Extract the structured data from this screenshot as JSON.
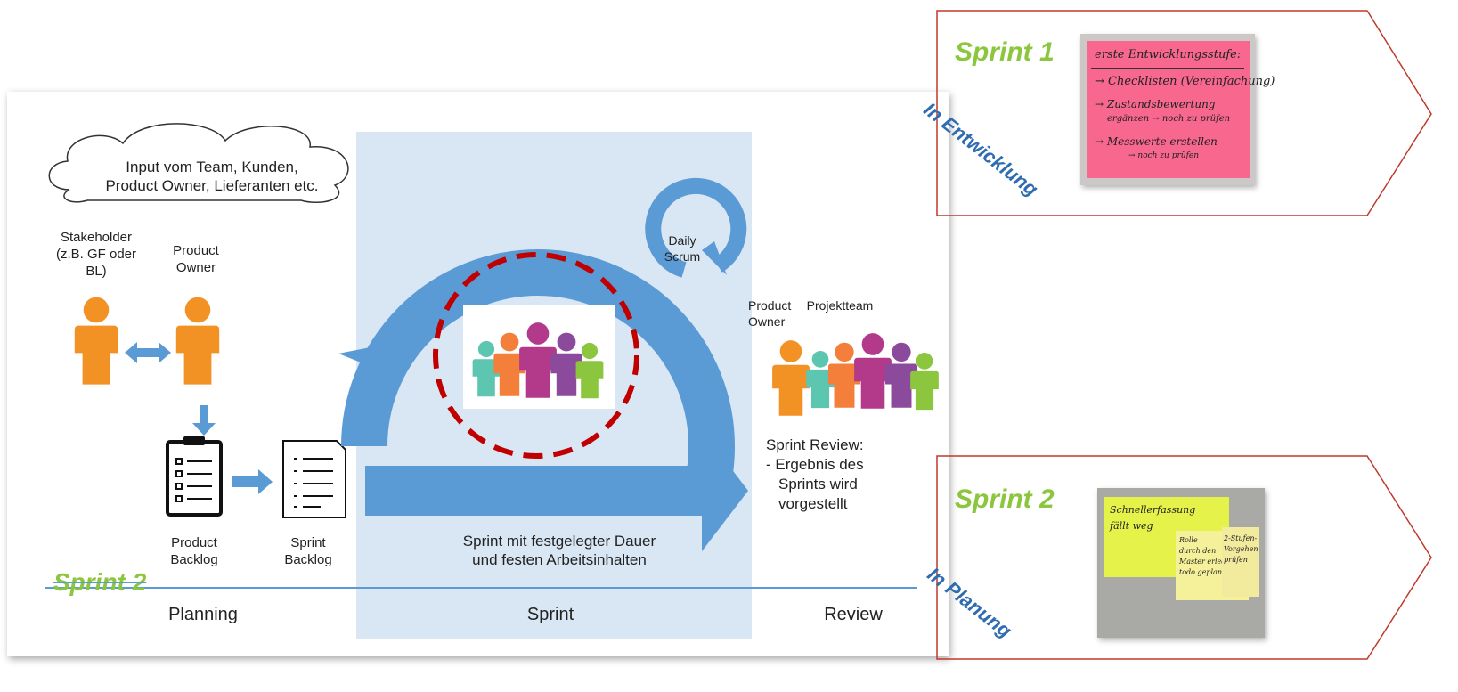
{
  "diagram": {
    "cloud_text_line1": "Input vom Team, Kunden,",
    "cloud_text_line2": "Product Owner, Lieferanten etc.",
    "stakeholder_label": "Stakeholder (z.B. GF oder BL)",
    "product_owner_label": "Product Owner",
    "product_backlog_label": "Product Backlog",
    "sprint_backlog_label": "Sprint Backlog",
    "daily_scrum_label": "Daily Scrum",
    "sprint_caption_line1": "Sprint mit festgelegter Dauer",
    "sprint_caption_line2": "und festen Arbeitsinhalten",
    "review_product_owner": "Product Owner",
    "review_team": "Projektteam",
    "sprint_review_line1": "Sprint Review:",
    "sprint_review_line2": "- Ergebnis des",
    "sprint_review_line3": "Sprints wird",
    "sprint_review_line4": "vorgestellt",
    "phase_planning": "Planning",
    "phase_sprint": "Sprint",
    "phase_review": "Review",
    "overlay_sprint2": "Sprint 2"
  },
  "panels": {
    "sprint1_title": "Sprint 1",
    "sprint1_status": "In Entwicklung",
    "sprint2_title": "Sprint 2",
    "sprint2_status": "In Planung"
  },
  "notes": {
    "pink_line1": "erste Entwicklungsstufe:",
    "pink_line2": "→ Checklisten (Vereinfachung)",
    "pink_line3": "→ Zustandsbewertung",
    "pink_line4": "ergänzen → noch zu prüfen",
    "pink_line5": "→ Messwerte erstellen",
    "pink_line6": "→ noch zu prüfen",
    "yellow_line1": "Schnellerfassung",
    "yellow_line2": "fällt weg",
    "small1_line1": "Rolle",
    "small1_line2": "durch den",
    "small1_line3": "Master erledigt",
    "small1_line4": "todo geplant",
    "small2_line1": "2-Stufen-",
    "small2_line2": "Vorgehen",
    "small2_line3": "prüfen"
  },
  "colors": {
    "arrow_blue": "#5b9bd5",
    "sprint_panel": "#d9e6f3",
    "accent_green": "#8cc63f",
    "accent_red": "#c0392b",
    "person_orange": "#f39224"
  }
}
